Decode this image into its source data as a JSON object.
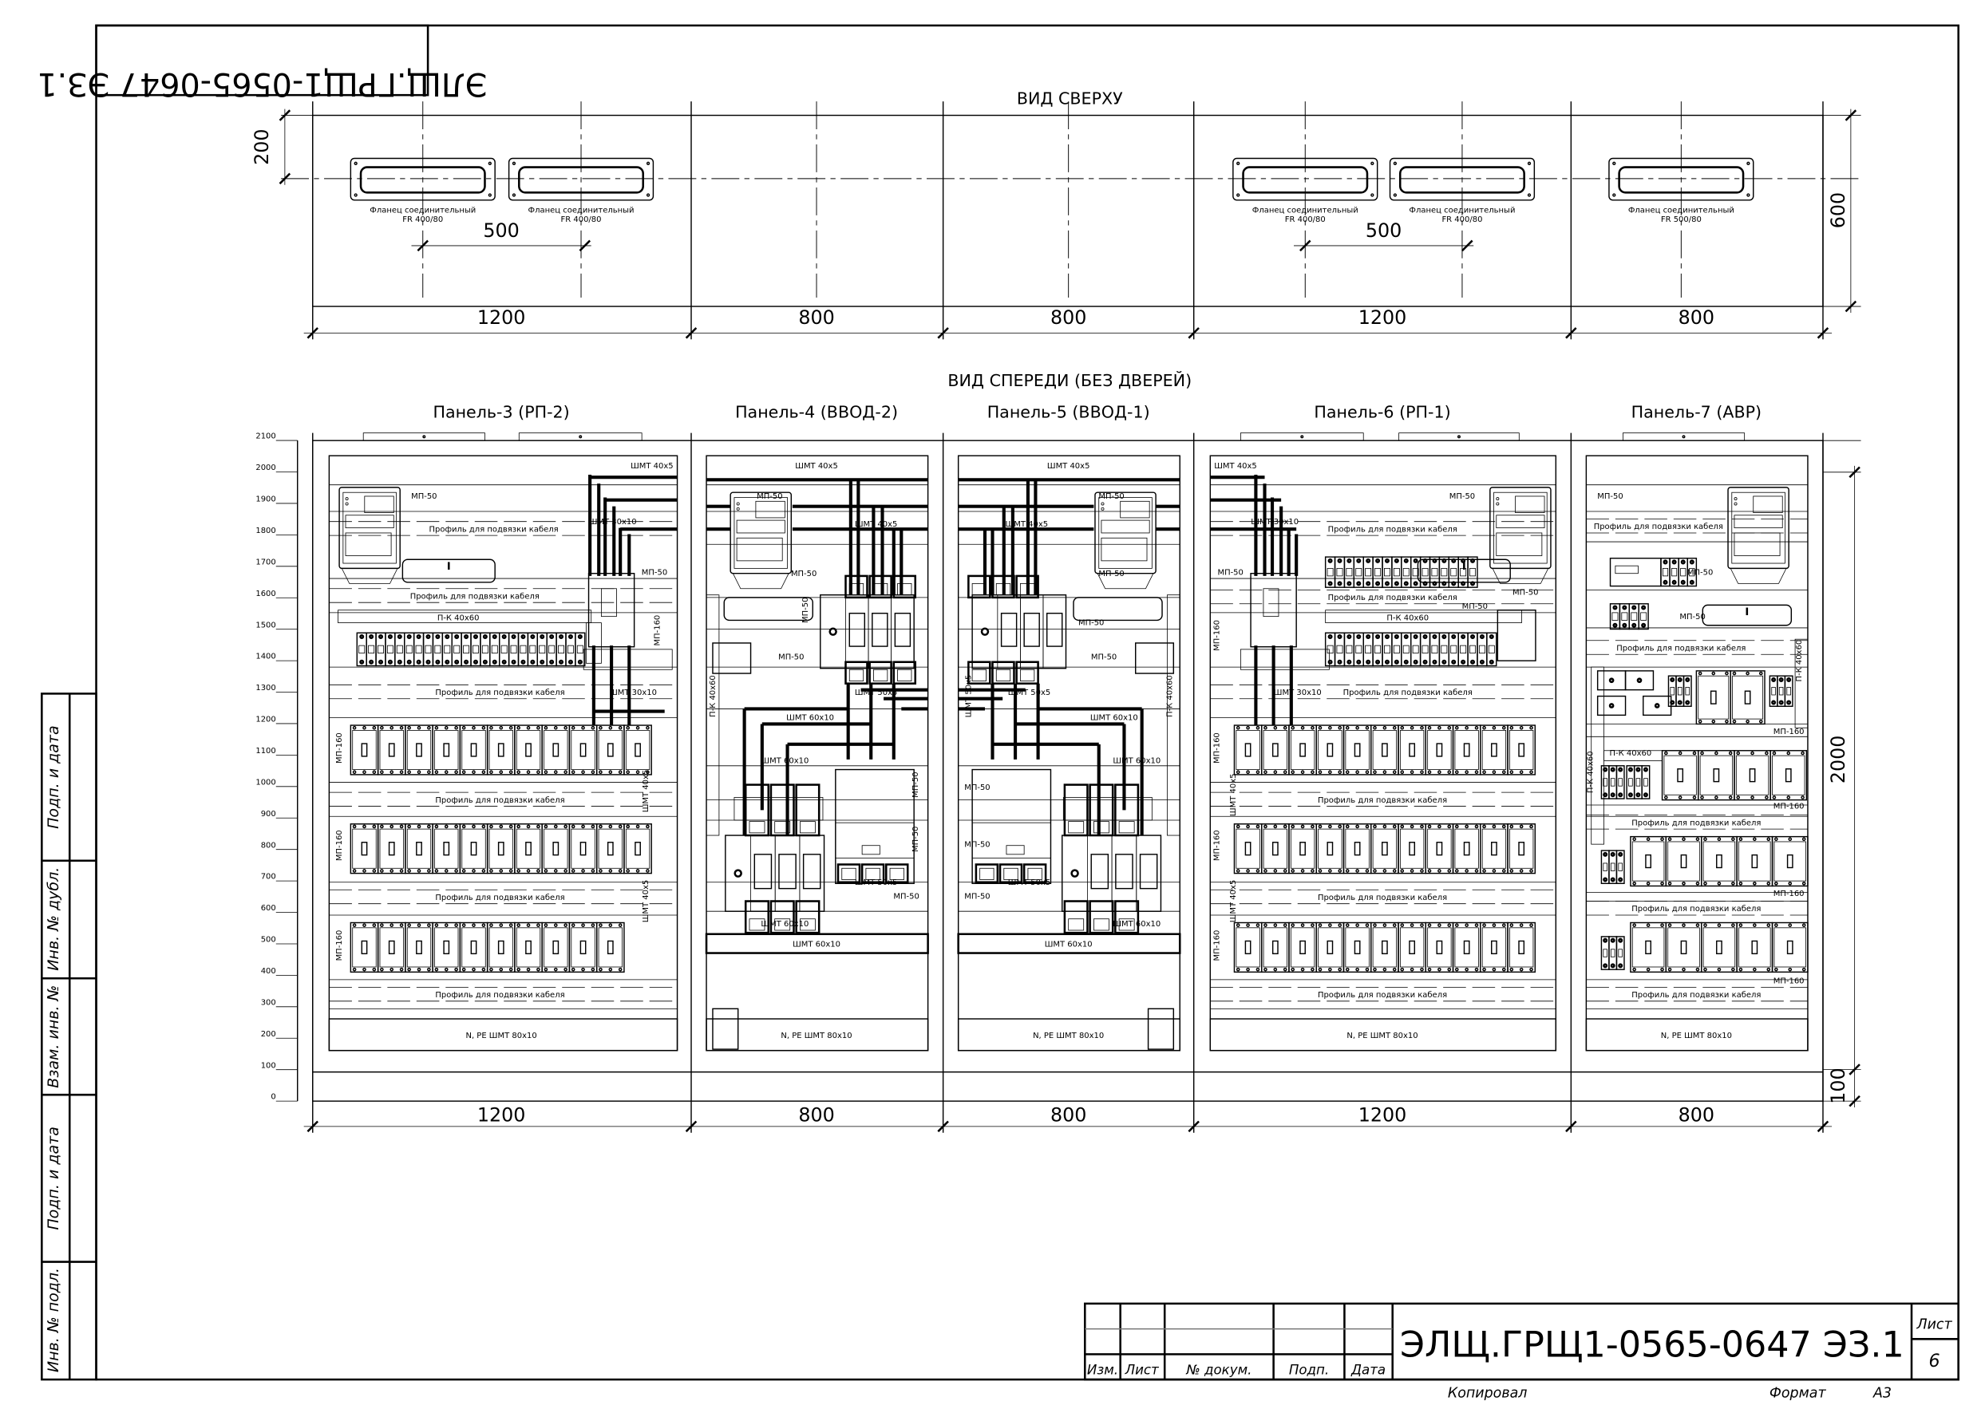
{
  "stamp_code": "ЭЛЩ.ГРЩ1-0565-0647 ЭЗ.1",
  "side_strip": [
    "Подп. и дата",
    "Инв. № дубл.",
    "Взам. инв. №",
    "Подп. и дата",
    "Инв. № подл."
  ],
  "title_block": {
    "columns": [
      "Изм.",
      "Лист",
      "№ докум.",
      "Подп.",
      "Дата"
    ],
    "designation": "ЭЛЩ.ГРЩ1-0565-0647 ЭЗ.1",
    "sheet_label": "Лист",
    "sheet_number": "6",
    "copied": "Копировал",
    "format_label": "Формат",
    "format": "А3"
  },
  "top_view": {
    "title": "ВИД СВЕРХУ",
    "flange_name": "Фланец соединительный",
    "flanges": [
      "FR 400/80",
      "FR 400/80",
      "FR 400/80",
      "FR 400/80",
      "FR 500/80"
    ],
    "spacing": [
      "500",
      "500"
    ],
    "depth": "600",
    "offset": "200"
  },
  "front_view": {
    "title": "ВИД СПЕРЕДИ (БЕЗ ДВЕРЕЙ)",
    "height": "2000",
    "plinth": "100",
    "scale": [
      "2100",
      "2000",
      "1900",
      "1800",
      "1700",
      "1600",
      "1500",
      "1400",
      "1300",
      "1200",
      "1100",
      "1000",
      "900",
      "800",
      "700",
      "600",
      "500",
      "400",
      "300",
      "200",
      "100",
      "0"
    ]
  },
  "panels": [
    {
      "title": "Панель-3 (РП-2)",
      "width": "1200"
    },
    {
      "title": "Панель-4 (ВВОД-2)",
      "width": "800"
    },
    {
      "title": "Панель-5 (ВВОД-1)",
      "width": "800"
    },
    {
      "title": "Панель-6 (РП-1)",
      "width": "1200"
    },
    {
      "title": "Панель-7 (АВР)",
      "width": "800"
    }
  ],
  "terms": {
    "mp50": "МП-50",
    "mp160": "МП-160",
    "shmt40x5": "ШМТ 40x5",
    "shmt30x10": "ШМТ 30x10",
    "shmt50x5": "ШМТ 50x5",
    "shmt60x10": "ШМТ 60x10",
    "pk": "П-К 40x60",
    "profile": "Профиль для подвязки кабеля",
    "npe": "N, PE ШМТ 80x10"
  }
}
